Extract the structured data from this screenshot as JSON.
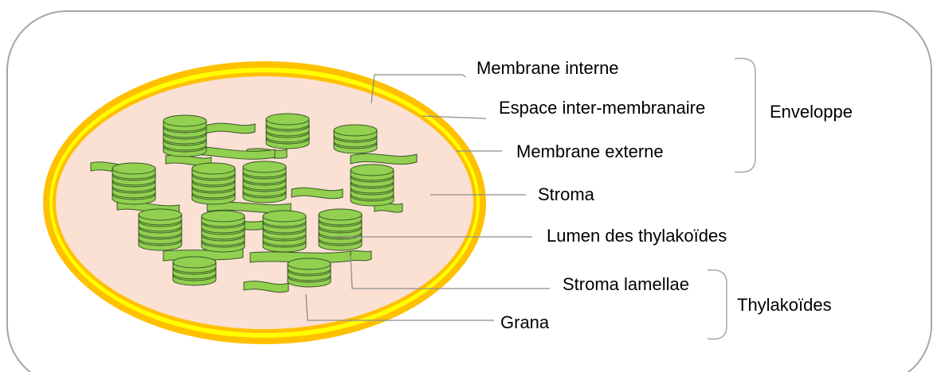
{
  "labels": {
    "membrane_interne": "Membrane interne",
    "espace_inter": "Espace inter-membranaire",
    "membrane_externe": "Membrane externe",
    "stroma": "Stroma",
    "lumen": "Lumen des thylakoïdes",
    "stroma_lamellae": "Stroma lamellae",
    "grana": "Grana",
    "enveloppe": "Enveloppe",
    "thylakoides": "Thylakoïdes"
  },
  "colors": {
    "frame": "#a6a6a6",
    "outer_membrane": "#ffc000",
    "intermembrane": "#ffff00",
    "stroma_fill": "#fbe0d4",
    "granum_fill": "#92d050",
    "granum_stroke": "#375623",
    "leader": "#8c8c8c",
    "bracket": "#a6a6a6"
  }
}
